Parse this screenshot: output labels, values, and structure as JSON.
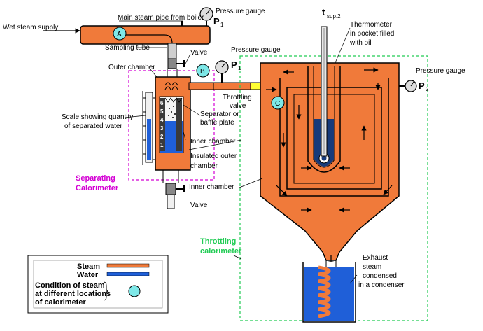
{
  "labels": {
    "main_steam_pipe": "Main steam pipe from boiler",
    "wet_steam_supply": "Wet steam supply",
    "sampling_tube": "Sampling tube",
    "valve_top": "Valve",
    "valve_bottom": "Valve",
    "outer_chamber": "Outer chamber",
    "scale_showing_1": "Scale showing quantity",
    "scale_showing_2": "of separated water",
    "separator_1": "Separator or",
    "separator_2": "baffle plate",
    "inner_chamber_left": "Inner chamber",
    "inner_chamber_right": "Inner chamber",
    "insulated_1": "Insulated outer",
    "insulated_2": "chamber",
    "throttling_1": "Throttling",
    "throttling_2": "valve",
    "thermometer_1": "Thermometer",
    "thermometer_2": "in pocket filled",
    "thermometer_3": "with oil",
    "t_sup": "t",
    "t_sup_sub": "sup.2",
    "exhaust_1": "Exhaust",
    "exhaust_2": "steam",
    "exhaust_3": "condensed",
    "exhaust_4": "in a condenser"
  },
  "gauges": {
    "g1_label": "Pressure gauge",
    "g1_p": "P",
    "g1_sub": "1",
    "g2_label": "Pressure gauge",
    "g2_p": "P",
    "g2_sub": "1",
    "g3_label": "Pressure gauge",
    "g3_p": "P",
    "g3_sub": "2"
  },
  "points": {
    "a": "A",
    "b": "B",
    "c": "C"
  },
  "calorimeters": {
    "separating_1": "Separating",
    "separating_2": "Calorimeter",
    "throttling_1": "Throttling",
    "throttling_2": "calorimeter"
  },
  "scale_numbers": [
    "6",
    "5",
    "4",
    "3",
    "2",
    "1"
  ],
  "legend": {
    "steam": "Steam",
    "water": "Water",
    "condition_1": "Condition of steam",
    "condition_2": "at different locations",
    "condition_3": "of calorimeter"
  },
  "colors": {
    "steam": "#f07a3a",
    "water": "#1f5fd8",
    "point": "#7ee8e8",
    "separating_box": "#d400d4",
    "throttling_box": "#22cc55"
  }
}
